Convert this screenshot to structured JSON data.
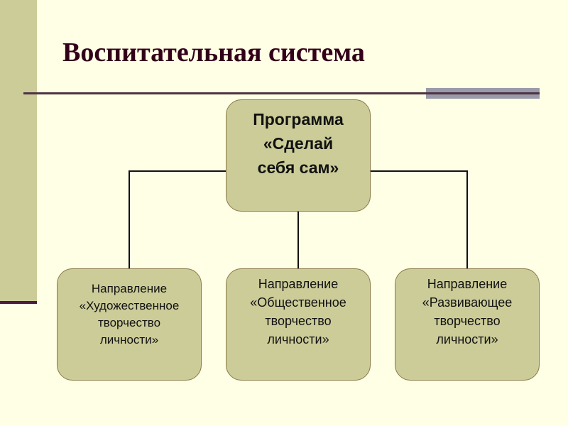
{
  "title": "Воспитательная система",
  "program": {
    "lines": [
      "Программа",
      "«Сделай",
      "себя сам»"
    ]
  },
  "directions": [
    {
      "lines": [
        "Направление",
        "«Художественное",
        "творчество",
        "личности»"
      ]
    },
    {
      "lines": [
        "Направление",
        "«Общественное",
        "творчество",
        "личности»"
      ]
    },
    {
      "lines": [
        "Направление",
        "«Развивающее",
        "творчество",
        "личности»"
      ]
    }
  ],
  "colors": {
    "background": "#ffffe5",
    "box": "#cccc99",
    "title": "#33001a"
  }
}
